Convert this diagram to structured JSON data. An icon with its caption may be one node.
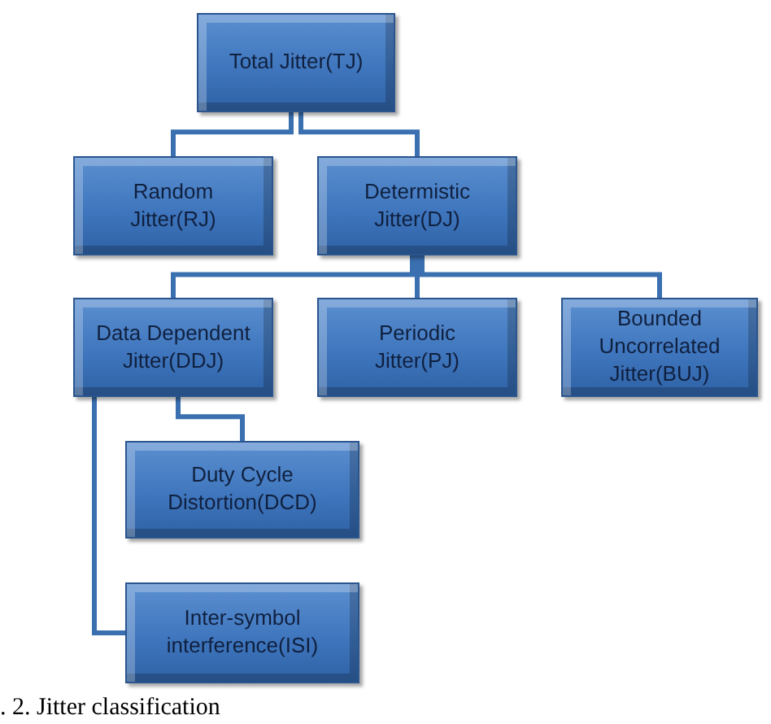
{
  "diagram": {
    "caption": ". 2. Jitter classification",
    "nodes": [
      {
        "text": [
          "Total Jitter(TJ)"
        ]
      },
      {
        "text": [
          "Random Jitter(RJ)"
        ]
      },
      {
        "text": [
          "Determistic Jitter(DJ)"
        ]
      },
      {
        "text": [
          "Data Dependent Jitter(DDJ)"
        ]
      },
      {
        "text": [
          "Periodic Jitter(PJ)"
        ]
      },
      {
        "text": [
          "Bounded Uncorrelated Jitter(BUJ)"
        ]
      },
      {
        "text": [
          "Duty Cycle Distortion(DCD)"
        ]
      },
      {
        "text": [
          "Inter-symbol interference(ISI)"
        ]
      }
    ],
    "edges": [
      {
        "from": 0,
        "to": 1,
        "arrow": "none"
      },
      {
        "from": 0,
        "to": 2,
        "arrow": "none"
      },
      {
        "from": 2,
        "to": 3,
        "arrow": "none"
      },
      {
        "from": 2,
        "to": 4,
        "arrow": "none"
      },
      {
        "from": 2,
        "to": 5,
        "arrow": "none"
      },
      {
        "from": 3,
        "to": 6,
        "arrow": "none"
      },
      {
        "from": 3,
        "to": 7,
        "arrow": "none"
      }
    ]
  }
}
